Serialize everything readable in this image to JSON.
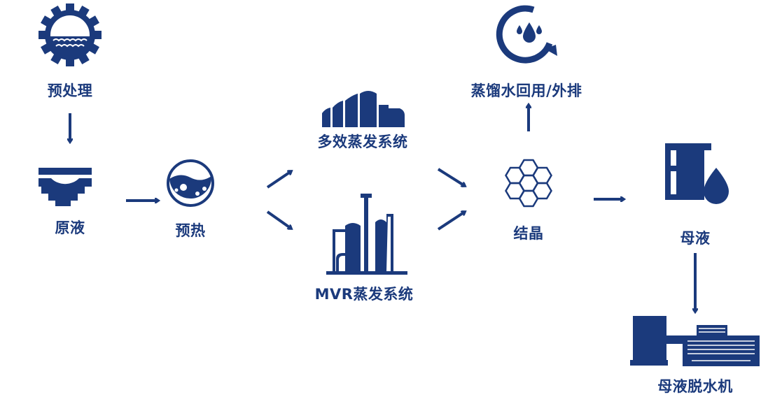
{
  "colors": {
    "primary": "#1b3a7c",
    "background": "#ffffff"
  },
  "nodes": {
    "pretreatment": {
      "label": "预处理",
      "icon": "gear-water-icon"
    },
    "raw_liquid": {
      "label": "原液",
      "icon": "basin-icon"
    },
    "preheat": {
      "label": "预热",
      "icon": "bubbling-flask-icon"
    },
    "multi_effect": {
      "label": "多效蒸发系统",
      "icon": "multi-dome-icon"
    },
    "mvr": {
      "label": "MVR蒸发系统",
      "icon": "factory-tower-icon"
    },
    "crystallization": {
      "label": "结晶",
      "icon": "honeycomb-icon"
    },
    "distilled_water": {
      "label": "蒸馏水回用/外排",
      "icon": "water-recycle-icon"
    },
    "mother_liquor": {
      "label": "母液",
      "icon": "barrel-drop-icon"
    },
    "dewatering": {
      "label": "母液脱水机",
      "icon": "dewatering-machine-icon"
    }
  }
}
